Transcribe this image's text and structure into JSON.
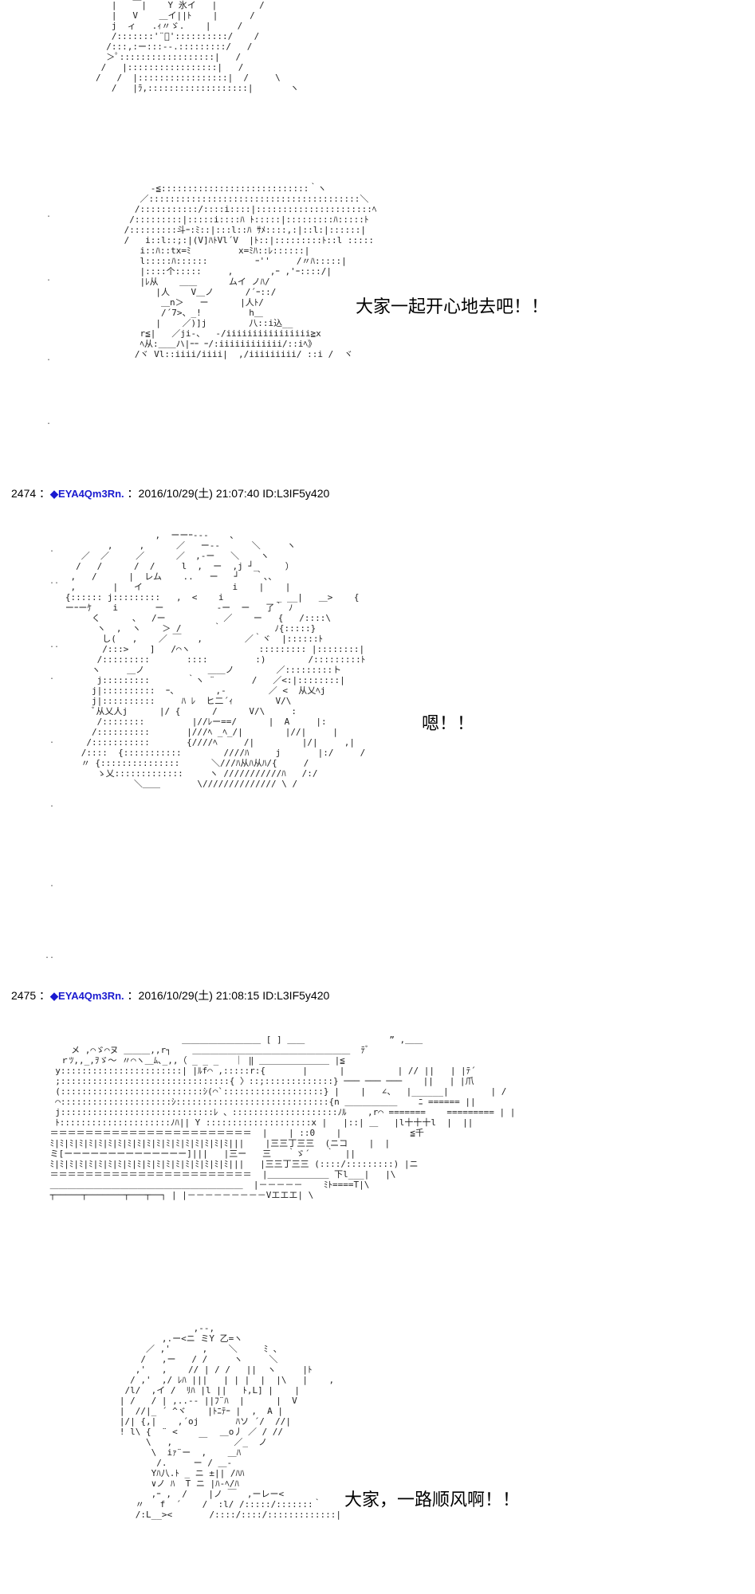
{
  "posts": [
    {
      "number": "2474",
      "separator": "：",
      "trip_name": "◆EYA4Qm3Rn.",
      "colon": "：",
      "datetime": "2016/10/29(土) 21:07:40",
      "id": "ID:L3IF5y420"
    },
    {
      "number": "2475",
      "separator": "：",
      "trip_name": "◆EYA4Qm3Rn.",
      "colon": "：",
      "datetime": "2016/10/29(土) 21:08:15",
      "id": "ID:L3IF5y420"
    }
  ],
  "dialogues": {
    "line1": "大家一起开心地去吧！！",
    "line2": "嗯！！",
    "line3": "大家，一路顺风啊！！"
  }
}
